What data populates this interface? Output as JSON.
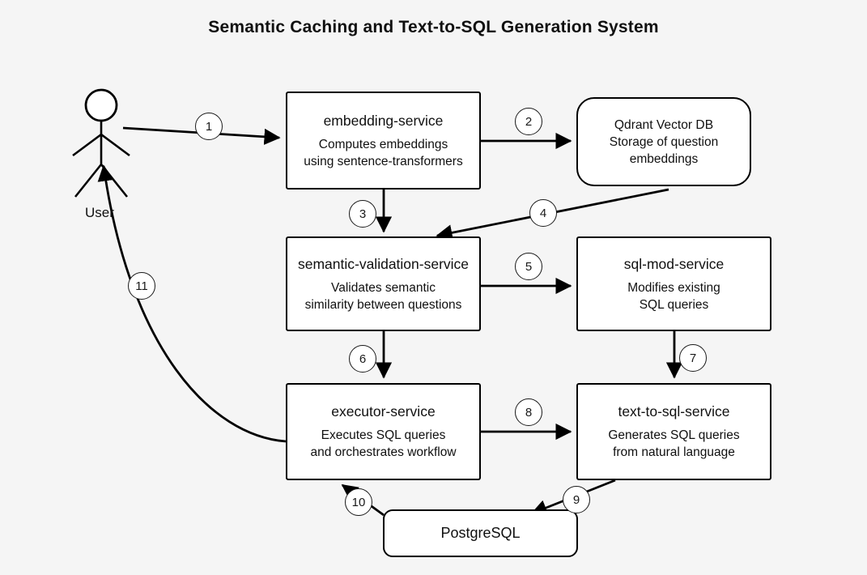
{
  "diagram": {
    "title": "Semantic Caching and Text-to-SQL Generation System",
    "background_color": "#f5f5f5",
    "stroke_color": "#000000",
    "node_fill": "#ffffff",
    "actor": {
      "name": "user-actor",
      "label": "User"
    },
    "nodes": [
      {
        "id": "embedding-service",
        "shape": "rect",
        "title": "embedding-service",
        "desc_lines": [
          "Computes embeddings",
          "using sentence-transformers"
        ]
      },
      {
        "id": "qdrant-vector-db",
        "shape": "rounded",
        "title": "Qdrant Vector DB",
        "desc_lines": [
          "Storage of question",
          "embeddings"
        ]
      },
      {
        "id": "semantic-validation-service",
        "shape": "rect",
        "title": "semantic-validation-service",
        "desc_lines": [
          "Validates semantic",
          "similarity between questions"
        ]
      },
      {
        "id": "sql-mod-service",
        "shape": "rect",
        "title": "sql-mod-service",
        "desc_lines": [
          "Modifies existing",
          "SQL queries"
        ]
      },
      {
        "id": "executor-service",
        "shape": "rect",
        "title": "executor-service",
        "desc_lines": [
          "Executes SQL queries",
          "and orchestrates workflow"
        ]
      },
      {
        "id": "text-to-sql-service",
        "shape": "rect",
        "title": "text-to-sql-service",
        "desc_lines": [
          "Generates SQL queries",
          "from natural language"
        ]
      },
      {
        "id": "postgresql",
        "shape": "rounded",
        "title": "PostgreSQL",
        "desc_lines": []
      }
    ],
    "edges": [
      {
        "number": "1",
        "from": "user-actor",
        "to": "embedding-service"
      },
      {
        "number": "2",
        "from": "embedding-service",
        "to": "qdrant-vector-db"
      },
      {
        "number": "3",
        "from": "embedding-service",
        "to": "semantic-validation-service"
      },
      {
        "number": "4",
        "from": "qdrant-vector-db",
        "to": "semantic-validation-service"
      },
      {
        "number": "5",
        "from": "semantic-validation-service",
        "to": "sql-mod-service"
      },
      {
        "number": "6",
        "from": "semantic-validation-service",
        "to": "executor-service"
      },
      {
        "number": "7",
        "from": "sql-mod-service",
        "to": "text-to-sql-service"
      },
      {
        "number": "8",
        "from": "executor-service",
        "to": "text-to-sql-service"
      },
      {
        "number": "9",
        "from": "text-to-sql-service",
        "to": "postgresql"
      },
      {
        "number": "10",
        "from": "postgresql",
        "to": "executor-service"
      },
      {
        "number": "11",
        "from": "executor-service",
        "to": "user-actor"
      }
    ]
  }
}
